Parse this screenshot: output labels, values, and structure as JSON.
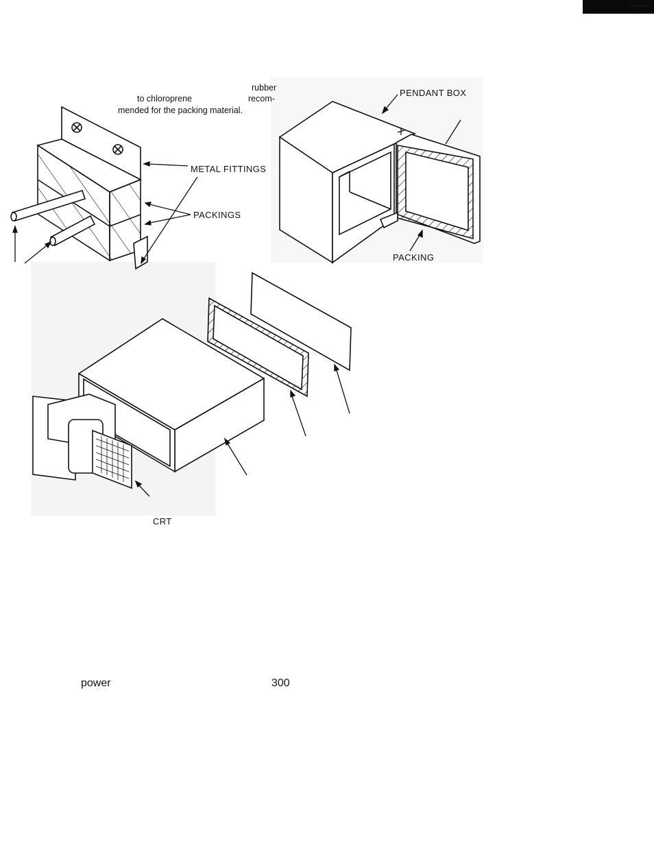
{
  "note": {
    "line1": "rubber",
    "line2a": "to chloroprene",
    "line2b": "recom-",
    "line3": "mended for the packing material."
  },
  "labels": {
    "metal_fittings": "METAL FITTINGS",
    "packings": "PACKINGS",
    "pendant_box": "PENDANT BOX",
    "packing": "PACKING",
    "crt": "CRT"
  },
  "body_text": {
    "word1": "power",
    "word2": "300"
  },
  "colors": {
    "ink": "#111111",
    "paper": "#ffffff",
    "shade": "#d6d6d6"
  }
}
